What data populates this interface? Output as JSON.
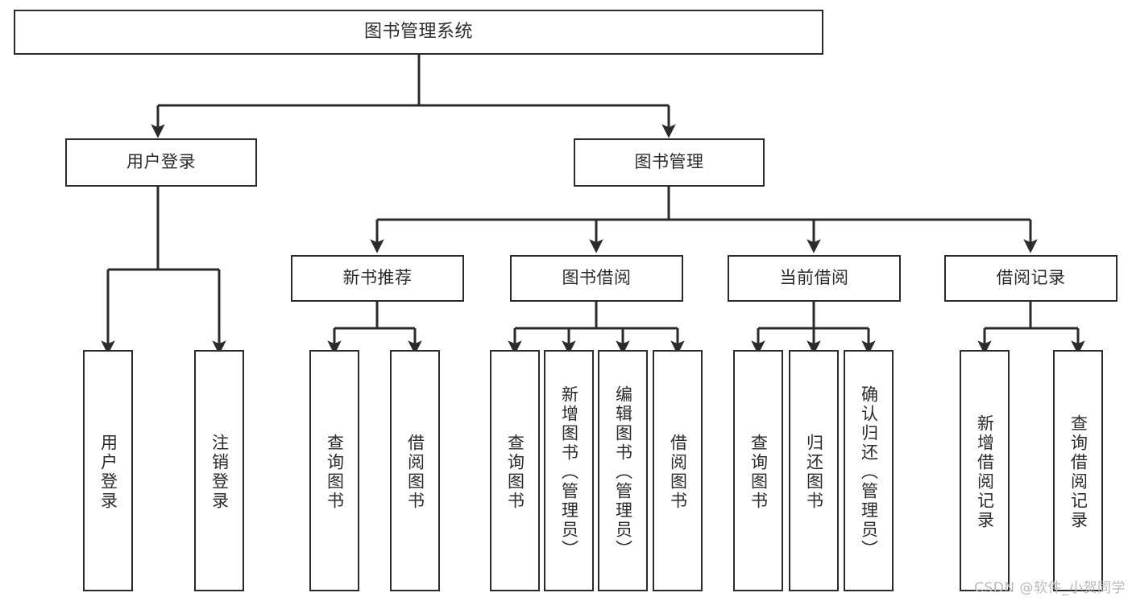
{
  "diagram": {
    "type": "tree",
    "title": "图书管理系统",
    "orientation": "top-down",
    "colors": {
      "stroke": "#2b2b2b",
      "fill": "#ffffff",
      "text": "#2b2b2b",
      "watermark": "#b9b9b9"
    }
  },
  "nodes": {
    "root": {
      "label": "图书管理系统"
    },
    "level2": [
      {
        "id": "user-login",
        "label": "用户登录"
      },
      {
        "id": "book-manage",
        "label": "图书管理"
      }
    ],
    "level3": [
      {
        "id": "new-book-recommend",
        "label": "新书推荐"
      },
      {
        "id": "book-borrow",
        "label": "图书借阅"
      },
      {
        "id": "current-borrow",
        "label": "当前借阅"
      },
      {
        "id": "borrow-record",
        "label": "借阅记录"
      }
    ],
    "leaves": {
      "user_login": [
        {
          "id": "leaf-user-login",
          "label": "用户登录"
        },
        {
          "id": "leaf-logout-login",
          "label": "注销登录"
        }
      ],
      "new_book_recommend": [
        {
          "id": "leaf-query-book-1",
          "label": "查询图书"
        },
        {
          "id": "leaf-borrow-book-1",
          "label": "借阅图书"
        }
      ],
      "book_borrow": [
        {
          "id": "leaf-query-book-2",
          "label": "查询图书"
        },
        {
          "id": "leaf-add-book-admin",
          "label": "新增图书（管理员）"
        },
        {
          "id": "leaf-edit-book-admin",
          "label": "编辑图书（管理员）"
        },
        {
          "id": "leaf-borrow-book-2",
          "label": "借阅图书"
        }
      ],
      "current_borrow": [
        {
          "id": "leaf-query-book-3",
          "label": "查询图书"
        },
        {
          "id": "leaf-return-book",
          "label": "归还图书"
        },
        {
          "id": "leaf-confirm-return-admin",
          "label": "确认归还（管理员）"
        }
      ],
      "borrow_record": [
        {
          "id": "leaf-add-borrow-record",
          "label": "新增借阅记录"
        },
        {
          "id": "leaf-query-borrow-record",
          "label": "查询借阅记录"
        }
      ]
    }
  },
  "watermark": {
    "text": "CSDN @软件_小贺同学"
  }
}
